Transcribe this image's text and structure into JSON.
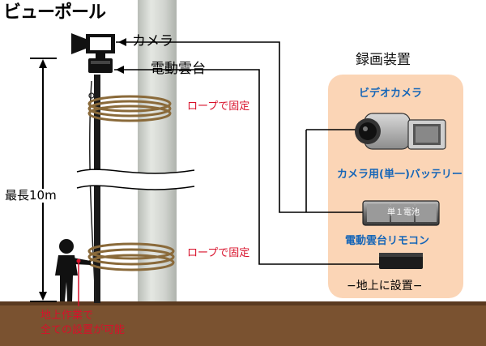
{
  "title": "ビューポール",
  "callouts": {
    "camera": "カメラ",
    "pan_tilt_head": "電動雲台",
    "rope_fix_top": "ロープで固定",
    "rope_fix_bottom": "ロープで固定"
  },
  "max_length_label": "最長10m",
  "recording_panel": {
    "title": "録画装置",
    "items": [
      {
        "label": "ビデオカメラ",
        "icon": "video-camera-icon"
      },
      {
        "label": "カメラ用(単一)バッテリー",
        "icon": "battery-pack-icon",
        "inner_label": "単１電池"
      },
      {
        "label": "電動雲台リモコン",
        "icon": "remote-control-icon"
      }
    ],
    "footer": "−地上に設置−"
  },
  "bottom_note": [
    "地上作業で",
    "全ての設置が可能"
  ],
  "colors": {
    "panel_bg": "#fbd5b6",
    "label_blue": "#1666b8",
    "note_red": "#d8102a",
    "ground": "#7a5230",
    "rope": "#8a6a3a",
    "pillar": "#d2d5d0"
  }
}
